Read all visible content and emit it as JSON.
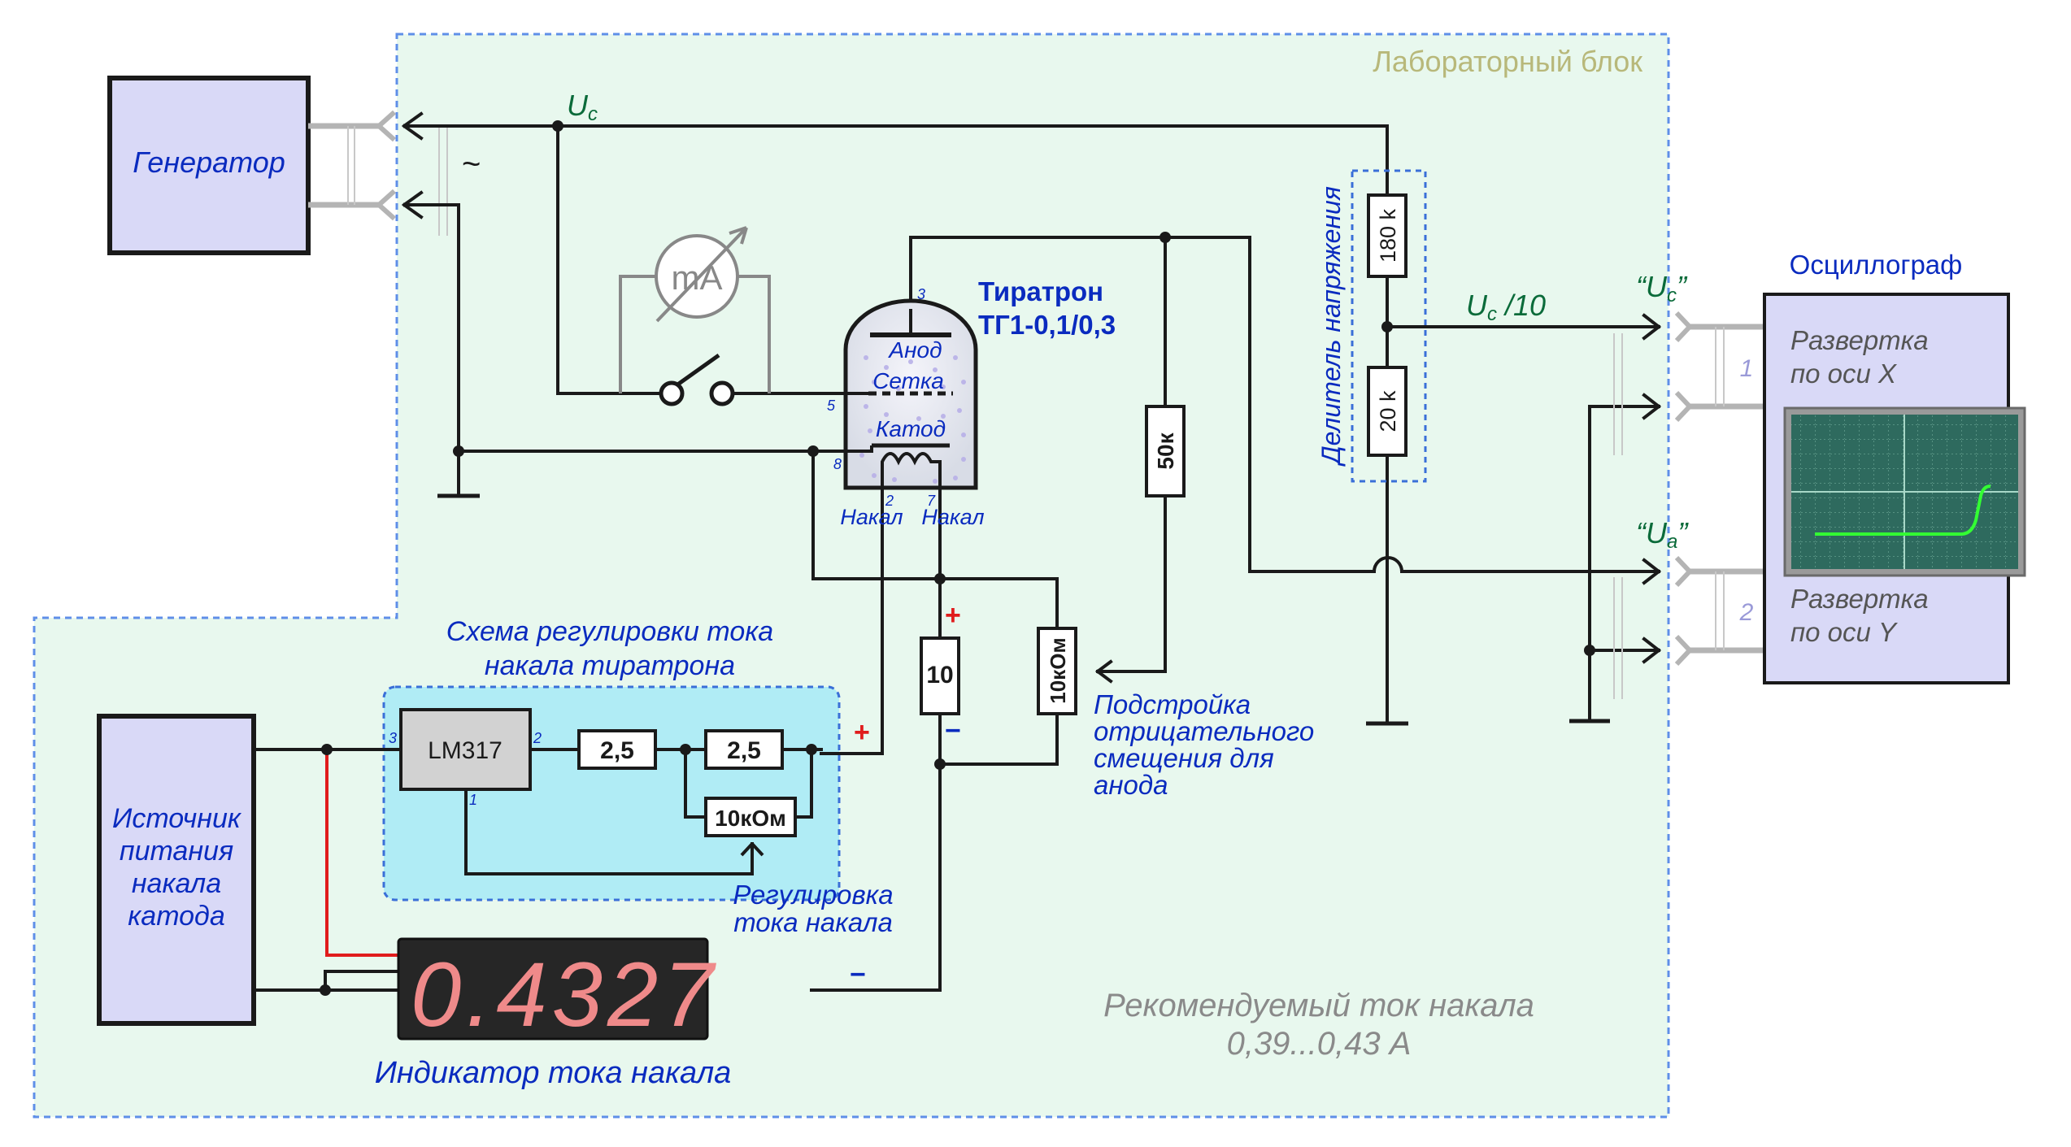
{
  "lab_block": {
    "title": "Лабораторный блок"
  },
  "generator": {
    "label": "Генератор",
    "symbol": "~"
  },
  "signal": {
    "uc": "U",
    "uc_sub": "c",
    "uc_div": "U",
    "uc_div_sub": "c",
    "uc_div_suffix": " /10"
  },
  "milliammeter": {
    "label": "mA"
  },
  "thyratron": {
    "title_line1": "Тиратрон",
    "title_line2": "ТГ1-0,1/0,3",
    "anode": "Анод",
    "grid": "Сетка",
    "cathode": "Катод",
    "heater_left": "Накал",
    "heater_right": "Накал",
    "pins": {
      "anode": "3",
      "grid": "5",
      "cathode": "8",
      "heater_left": "2",
      "heater_right": "7"
    }
  },
  "divider": {
    "label": "Делитель напряжения",
    "r_top": "180 k",
    "r_bottom": "20 k"
  },
  "resistors": {
    "r50k": "50к",
    "r10": "10",
    "r10kom_bias": "10кОм",
    "r25_a": "2,5",
    "r25_b": "2,5",
    "r10kom_reg": "10кОм"
  },
  "polarity": {
    "plus": "+",
    "minus": "−"
  },
  "bias_adjust": {
    "line1": "Подстройка",
    "line2": "отрицательного",
    "line3": "смещения для",
    "line4": "анода"
  },
  "regulator": {
    "title_line1": "Схема регулировки тока",
    "title_line2": "накала тиратрона",
    "chip": "LM317",
    "pin_in": "3",
    "pin_out": "2",
    "pin_adj": "1",
    "adjust_line1": "Регулировка",
    "adjust_line2": "тока накала"
  },
  "power_supply": {
    "line1": "Источник",
    "line2": "питания",
    "line3": "накала",
    "line4": "катода"
  },
  "indicator": {
    "digits": "0.4327",
    "label": "Индикатор тока накала"
  },
  "recommendation": {
    "line1": "Рекомендуемый ток накала",
    "line2": "0,39...0,43 А"
  },
  "oscilloscope": {
    "title": "Осциллограф",
    "x_line1": "Развертка",
    "x_line2": "по оси X",
    "y_line1": "Развертка",
    "y_line2": "по оси Y",
    "ch1": "1",
    "ch2": "2",
    "input_uc": "“U",
    "input_uc_sub": "c",
    "input_uc_end": "”",
    "input_ua": "“U",
    "input_ua_sub": "a",
    "input_ua_end": "”"
  },
  "colors": {
    "lab_bg": "#e8f8ee",
    "lab_border": "#5f8fe8",
    "box_fill": "#d9d9f7",
    "reg_bg": "#b0ecf5",
    "screen_bg": "#2e6a5e",
    "trace": "#33ff33",
    "label_blue": "#0a2bbf",
    "label_green": "#0b6b3a",
    "red_wire": "#e01c1c"
  }
}
